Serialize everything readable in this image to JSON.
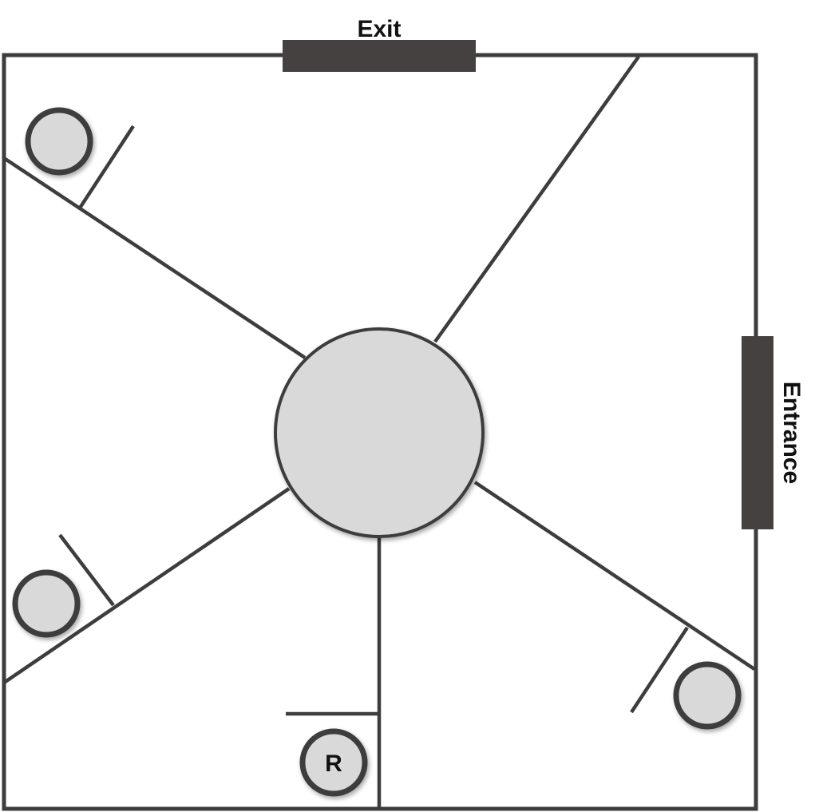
{
  "labels": {
    "exit": "Exit",
    "entrance": "Entrance",
    "marker_r": "R"
  },
  "colors": {
    "wall": "#3d3d3d",
    "door": "#454141",
    "circle_fill": "#d9d9d9",
    "background": "#ffffff"
  }
}
